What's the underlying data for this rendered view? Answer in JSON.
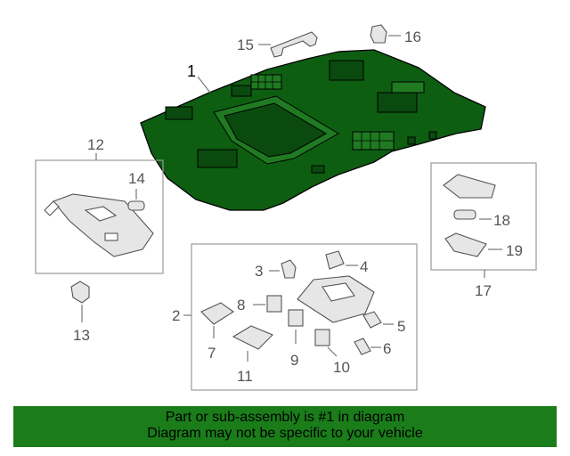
{
  "callouts": {
    "c1": "1",
    "c2": "2",
    "c3": "3",
    "c4": "4",
    "c5": "5",
    "c6": "6",
    "c7": "7",
    "c8": "8",
    "c9": "9",
    "c10": "10",
    "c11": "11",
    "c12": "12",
    "c13": "13",
    "c14": "14",
    "c15": "15",
    "c16": "16",
    "c17": "17",
    "c18": "18",
    "c19": "19"
  },
  "colors": {
    "highlight_part": "#0e5e12",
    "banner": "#1a7d1a"
  },
  "footer": {
    "line1": "Part or sub-assembly is #1 in diagram",
    "line2": "Diagram may not be specific to your vehicle"
  }
}
